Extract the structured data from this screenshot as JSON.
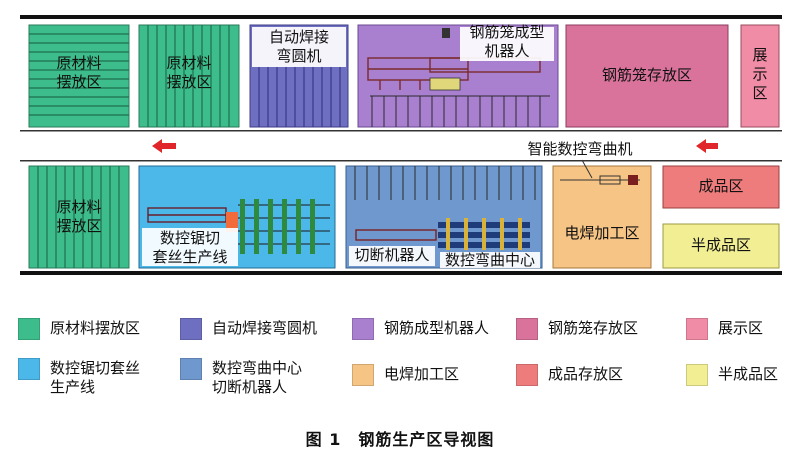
{
  "plan": {
    "top_zones": {
      "raw1": "原材料\n摆放区",
      "raw2": "原材料\n摆放区",
      "weld_bend": "自动焊接\n弯圆机",
      "cage_robot": "钢筋笼成型\n机器人",
      "cage_storage": "钢筋笼存放区",
      "display": "展\n示\n区"
    },
    "bottom_zones": {
      "raw3": "原材料\n摆放区",
      "saw_line": "数控锯切\n套丝生产线",
      "cut_robot": "切断机器人",
      "cnc_center": "数控弯曲中心",
      "weld_area": "电焊加工区",
      "finished": "成品区",
      "semi": "半成品区",
      "cnc_machine": "智能数控弯曲机"
    }
  },
  "legend": [
    {
      "label": "原材料摆放区",
      "color": "#3dbd8b"
    },
    {
      "label": "自动焊接弯圆机",
      "color": "#6f6fc2"
    },
    {
      "label": "钢筋成型机器人",
      "color": "#a97fd0"
    },
    {
      "label": "钢筋笼存放区",
      "color": "#d9739b"
    },
    {
      "label": "展示区",
      "color": "#f08ca5"
    },
    {
      "label": "数控锯切套丝\n生产线",
      "color": "#4cb8ea"
    },
    {
      "label": "数控弯曲中心\n切断机器人",
      "color": "#6f98cf"
    },
    {
      "label": "电焊加工区",
      "color": "#f6c484"
    },
    {
      "label": "成品存放区",
      "color": "#ee7c7c"
    },
    {
      "label": "半成品区",
      "color": "#f1ee94"
    }
  ],
  "caption": "图 1　钢筋生产区导视图"
}
